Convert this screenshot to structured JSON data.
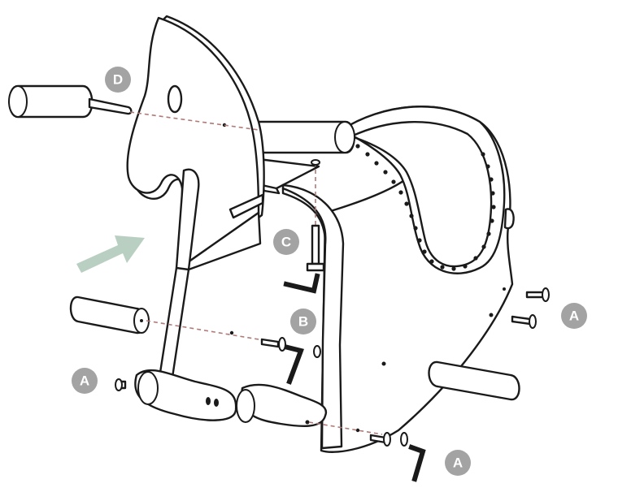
{
  "labels": {
    "d": "D",
    "c": "C",
    "b": "B",
    "a_right": "A",
    "a_left": "A",
    "a_bottom": "A"
  },
  "colors": {
    "badge": "#a3a3a3",
    "badge_text": "#ffffff",
    "arrow": "#b9cfc2",
    "guide_line": "#b07a78",
    "outline": "#1a1a1a"
  },
  "icons": {
    "direction_arrow": "arrow-up-right-icon",
    "hex_key": "allen-key-icon",
    "bolt": "bolt-icon"
  }
}
